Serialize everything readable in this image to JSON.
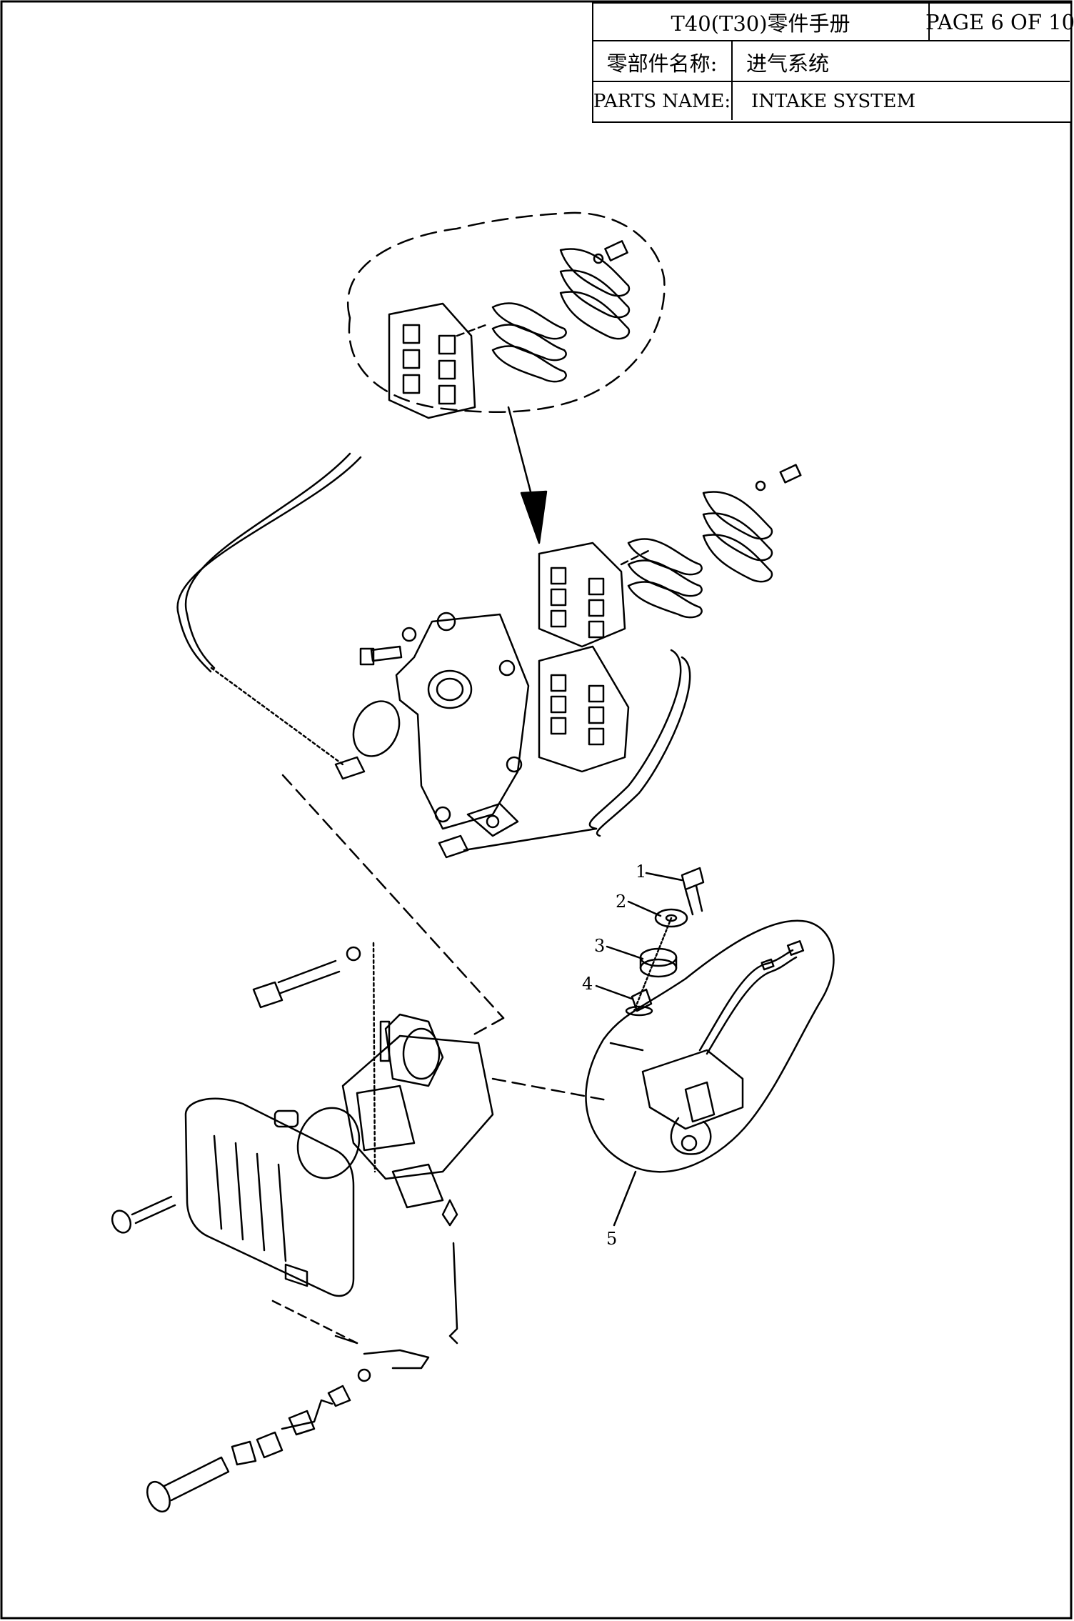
{
  "title_block": {
    "manual_title": "T40(T30)零件手册",
    "page_label": "PAGE 6 OF 10",
    "cn_name_label": "零部件名称:",
    "cn_name_value": "进气系统",
    "en_name_label": "PARTS NAME:",
    "en_name_value": "INTAKE SYSTEM"
  },
  "callouts": [
    "1",
    "2",
    "3",
    "4",
    "5"
  ]
}
